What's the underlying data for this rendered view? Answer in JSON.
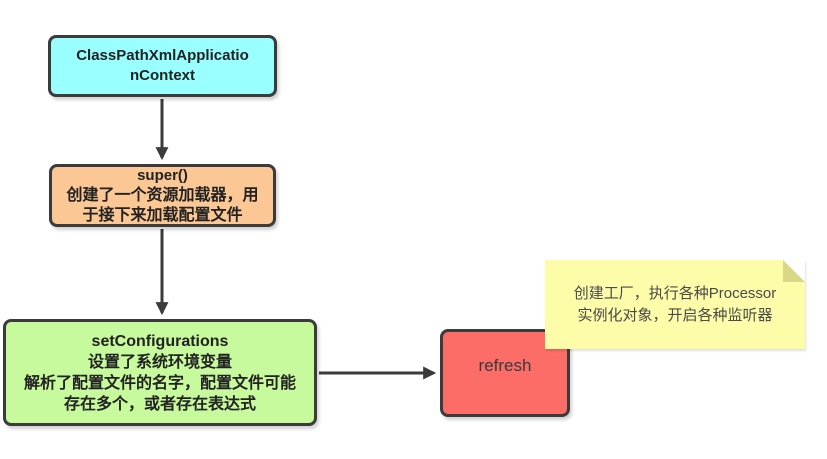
{
  "diagram": {
    "title": "ClassPathXmlApplicationContext startup flowchart",
    "colors": {
      "background": "#ffffff",
      "border_and_arrows": "#3b3b3b",
      "classpath_fill": "#99ffff",
      "super_fill": "#fbc794",
      "set_configurations_fill": "#c7f99d",
      "refresh_fill": "#fc6d68",
      "note_fill": "#fcfca9",
      "note_fold": "#d9d985"
    },
    "nodes": {
      "classpath": {
        "lines": [
          "ClassPathXmlApplicatio",
          "nContext"
        ]
      },
      "super": {
        "title": "super()",
        "lines": [
          "创建了一个资源加载器，用",
          "于接下来加载配置文件"
        ]
      },
      "set_configurations": {
        "title": "setConfigurations",
        "lines": [
          "设置了系统环境变量",
          "解析了配置文件的名字，配置文件可能",
          "存在多个，或者存在表达式"
        ]
      },
      "refresh": {
        "label": "refresh"
      }
    },
    "note": {
      "lines": [
        "创建工厂，执行各种Processor",
        "实例化对象，开启各种监听器"
      ]
    },
    "edges": [
      {
        "from": "classpath",
        "to": "super",
        "type": "arrow-down"
      },
      {
        "from": "super",
        "to": "set_configurations",
        "type": "arrow-down"
      },
      {
        "from": "set_configurations",
        "to": "refresh",
        "type": "arrow-right"
      }
    ]
  }
}
